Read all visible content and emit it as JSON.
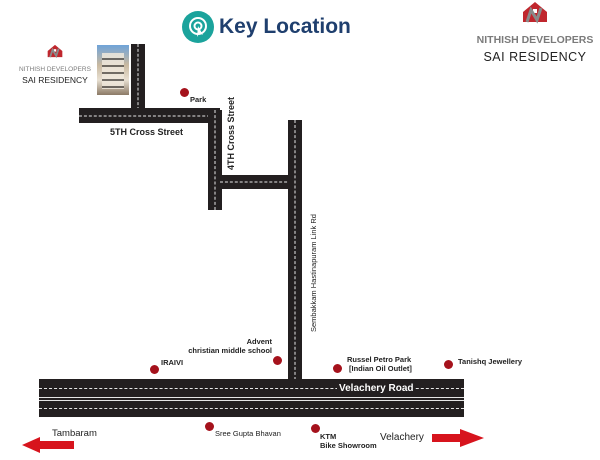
{
  "header": {
    "title": "Key Location",
    "title_color": "#1f3f6e",
    "icon_color": "#1ba39c",
    "icon": "target-pointer-icon"
  },
  "brand_top_right": {
    "developer": "NITHISH DEVELOPERS",
    "project": "SAI RESIDENCY",
    "logo": "house-n-logo-icon"
  },
  "brand_left": {
    "developer": "NITHISH DEVELOPERS",
    "project": "SAI RESIDENCY",
    "logo": "house-n-logo-icon",
    "building": "building-photo"
  },
  "roads": {
    "fifth_cross": "5TH Cross Street",
    "fourth_cross": "4TH Cross Street",
    "link_rd": "Sembakkam Hastinapuram Link Rd",
    "main": "Velachery Road"
  },
  "landmarks": [
    {
      "name": "Park"
    },
    {
      "name": "IRAIVI"
    },
    {
      "name": "Advent",
      "name2": "christian middle school"
    },
    {
      "name": "Russel Petro Park",
      "name2": "[Indian Oil Outlet]"
    },
    {
      "name": "Tanishq Jewellery"
    },
    {
      "name": "Sree Gupta Bhavan"
    },
    {
      "name": "KTM",
      "name2": "Bike Showroom"
    }
  ],
  "directions": {
    "left": "Tambaram",
    "right": "Velachery",
    "arrow_color": "#d7141d"
  }
}
